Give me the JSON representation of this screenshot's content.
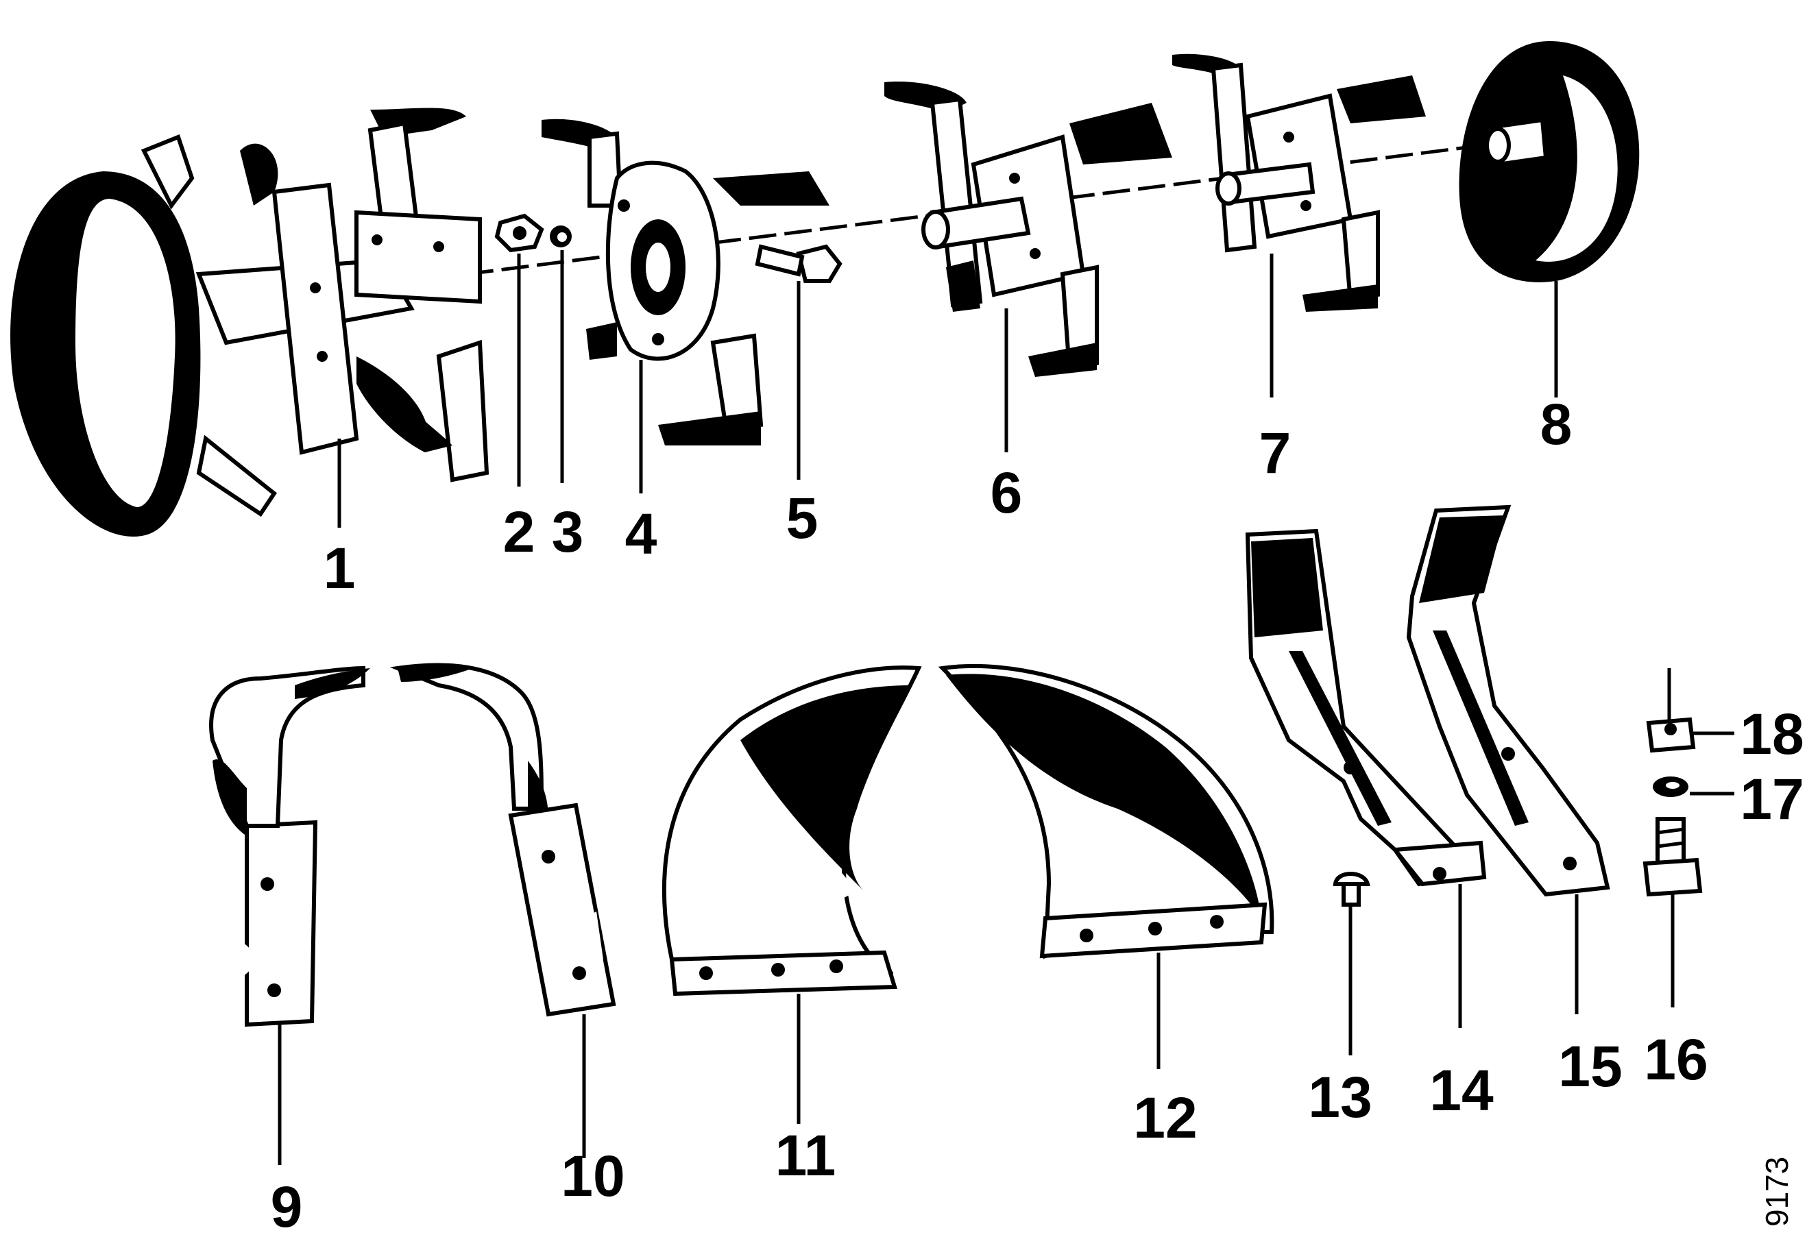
{
  "diagram": {
    "labels": {
      "1": "1",
      "2": "2",
      "3": "3",
      "4": "4",
      "5": "5",
      "6": "6",
      "7": "7",
      "8": "8",
      "9": "9",
      "10": "10",
      "11": "11",
      "12": "12",
      "13": "13",
      "14": "14",
      "15": "15",
      "16": "16",
      "17": "17",
      "18": "18"
    },
    "reference_code": "9173",
    "colors": {
      "ink": "#000000",
      "paper": "#ffffff"
    }
  }
}
